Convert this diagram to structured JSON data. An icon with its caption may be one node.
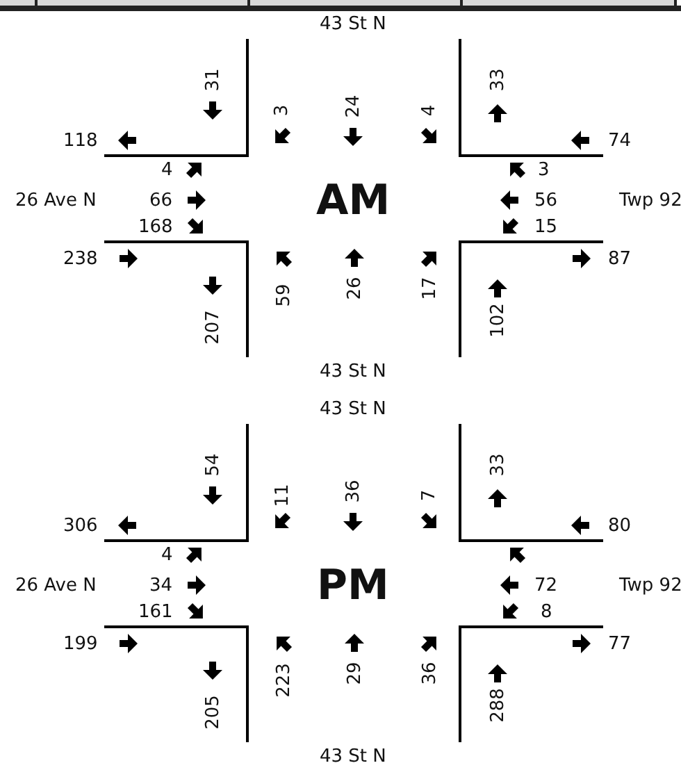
{
  "diagram": {
    "labels": [
      "43 St N",
      "31",
      "3",
      "24",
      "4",
      "33",
      "118",
      "74",
      "4",
      "3",
      "26 Ave N",
      "66",
      "AM",
      "56",
      "Twp 92",
      "168",
      "15",
      "238",
      "87",
      "59",
      "26",
      "17",
      "207",
      "102",
      "43 St N",
      "43 St N",
      "54",
      "11",
      "36",
      "7",
      "33",
      "306",
      "80",
      "4",
      "26 Ave N",
      "34",
      "PM",
      "72",
      "Twp 92",
      "161",
      "8",
      "199",
      "77",
      "223",
      "29",
      "36",
      "205",
      "288",
      "43 St N"
    ]
  }
}
